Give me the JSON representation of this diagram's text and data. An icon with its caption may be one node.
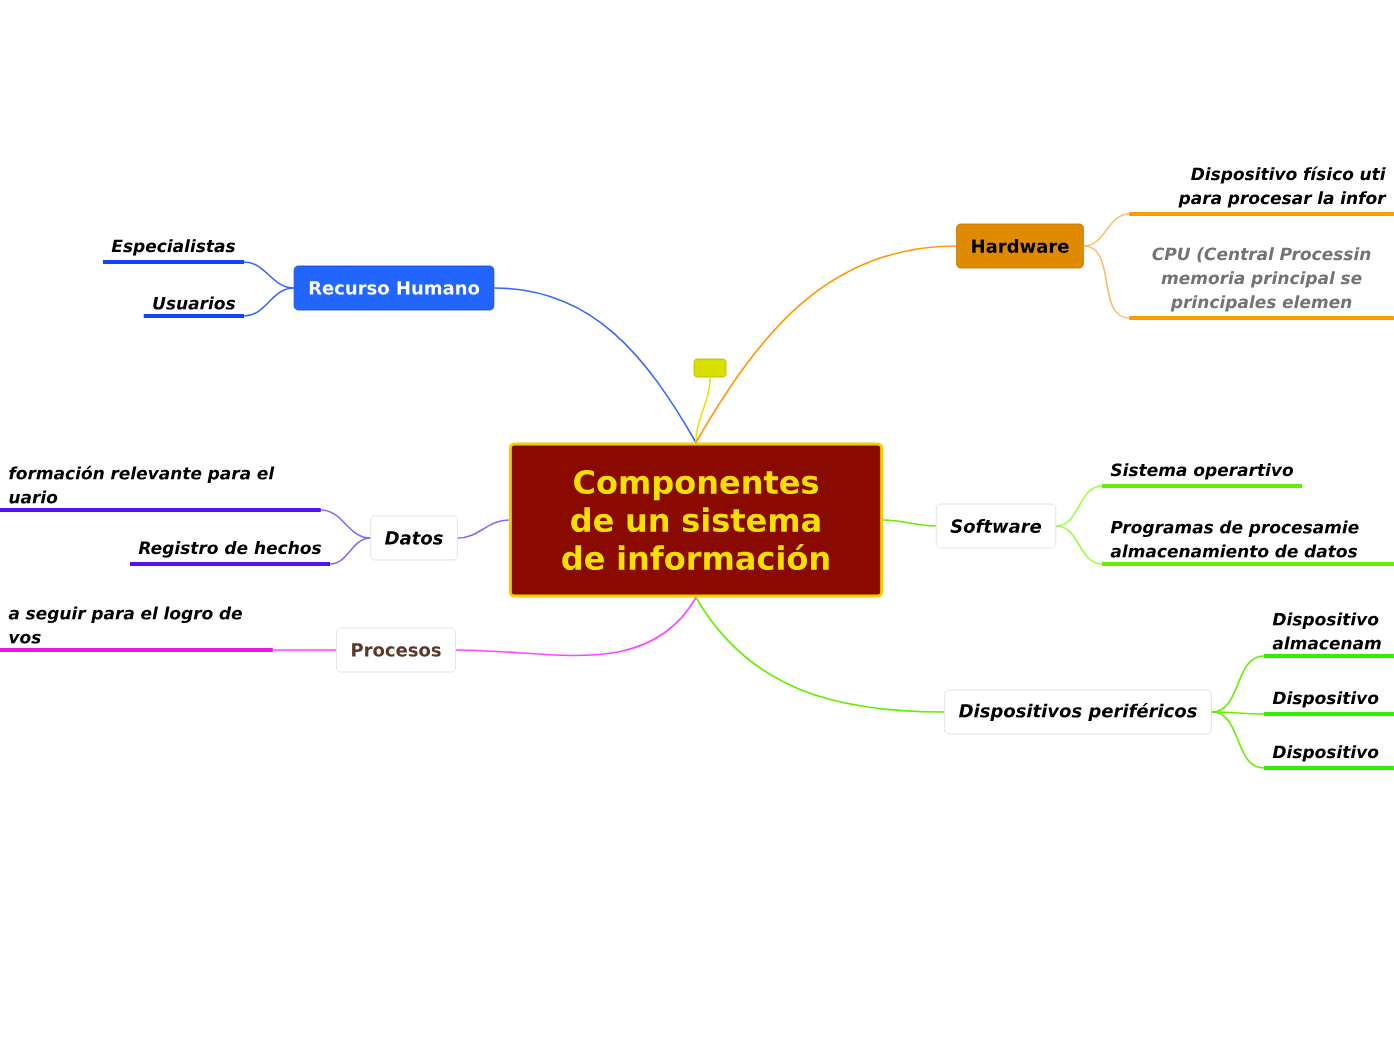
{
  "diagram": {
    "nodes": [
      {
        "text": [
          "Componentes de un sistema de información"
        ]
      },
      {
        "text": [
          "Recurso Humano"
        ]
      },
      {
        "text": [
          "Especialistas"
        ]
      },
      {
        "text": [
          "Usuarios"
        ]
      },
      {
        "text": [
          "Datos"
        ]
      },
      {
        "text": [
          "formación relevante para el uario"
        ]
      },
      {
        "text": [
          "Registro de hechos"
        ]
      },
      {
        "text": [
          "Procesos"
        ]
      },
      {
        "text": [
          "a seguir para el logro de vos"
        ]
      },
      {
        "text": [],
        "shape": "box"
      },
      {
        "text": [
          "Hardware"
        ]
      },
      {
        "text": [
          "Dispositivo físico uti para procesar la infor"
        ]
      },
      {
        "text": [
          "CPU (Central Processin memoria principal se principales elemen"
        ]
      },
      {
        "text": [
          "Software"
        ]
      },
      {
        "text": [
          "Sistema operartivo"
        ]
      },
      {
        "text": [
          "Programas de procesamie almacenamiento de datos"
        ]
      },
      {
        "text": [
          "Dispositivos periféricos"
        ]
      },
      {
        "text": [
          "Dispositivo almacenam"
        ]
      },
      {
        "text": [
          "Dispositivo"
        ]
      },
      {
        "text": [
          "Dispositivo"
        ]
      }
    ],
    "edges": [
      {
        "from": 0,
        "to": 1,
        "arrow": "none",
        "color": "#3366ff"
      },
      {
        "from": 1,
        "to": 2,
        "arrow": "none",
        "color": "#3366ff"
      },
      {
        "from": 1,
        "to": 3,
        "arrow": "none",
        "color": "#3366ff"
      },
      {
        "from": 0,
        "to": 4,
        "arrow": "none",
        "color": "#8866ff"
      },
      {
        "from": 4,
        "to": 5,
        "arrow": "none",
        "color": "#8866ff"
      },
      {
        "from": 4,
        "to": 6,
        "arrow": "none",
        "color": "#8866ff"
      },
      {
        "from": 0,
        "to": 7,
        "arrow": "none",
        "color": "#ff44ff"
      },
      {
        "from": 7,
        "to": 8,
        "arrow": "none",
        "color": "#ff44ff"
      },
      {
        "from": 0,
        "to": 9,
        "arrow": "none",
        "color": "#e6e600"
      },
      {
        "from": 0,
        "to": 10,
        "arrow": "none",
        "color": "#ff9900"
      },
      {
        "from": 10,
        "to": 11,
        "arrow": "none",
        "color": "#ffbb66"
      },
      {
        "from": 10,
        "to": 12,
        "arrow": "none",
        "color": "#ffbb66"
      },
      {
        "from": 0,
        "to": 13,
        "arrow": "none",
        "color": "#66ee00"
      },
      {
        "from": 13,
        "to": 14,
        "arrow": "none",
        "color": "#99ff44"
      },
      {
        "from": 13,
        "to": 15,
        "arrow": "none",
        "color": "#99ff44"
      },
      {
        "from": 0,
        "to": 16,
        "arrow": "none",
        "color": "#66ee00"
      },
      {
        "from": 16,
        "to": 17,
        "arrow": "none",
        "color": "#66ee00"
      },
      {
        "from": 16,
        "to": 18,
        "arrow": "none",
        "color": "#66ee00"
      },
      {
        "from": 16,
        "to": 19,
        "arrow": "none",
        "color": "#66ee00"
      }
    ]
  }
}
